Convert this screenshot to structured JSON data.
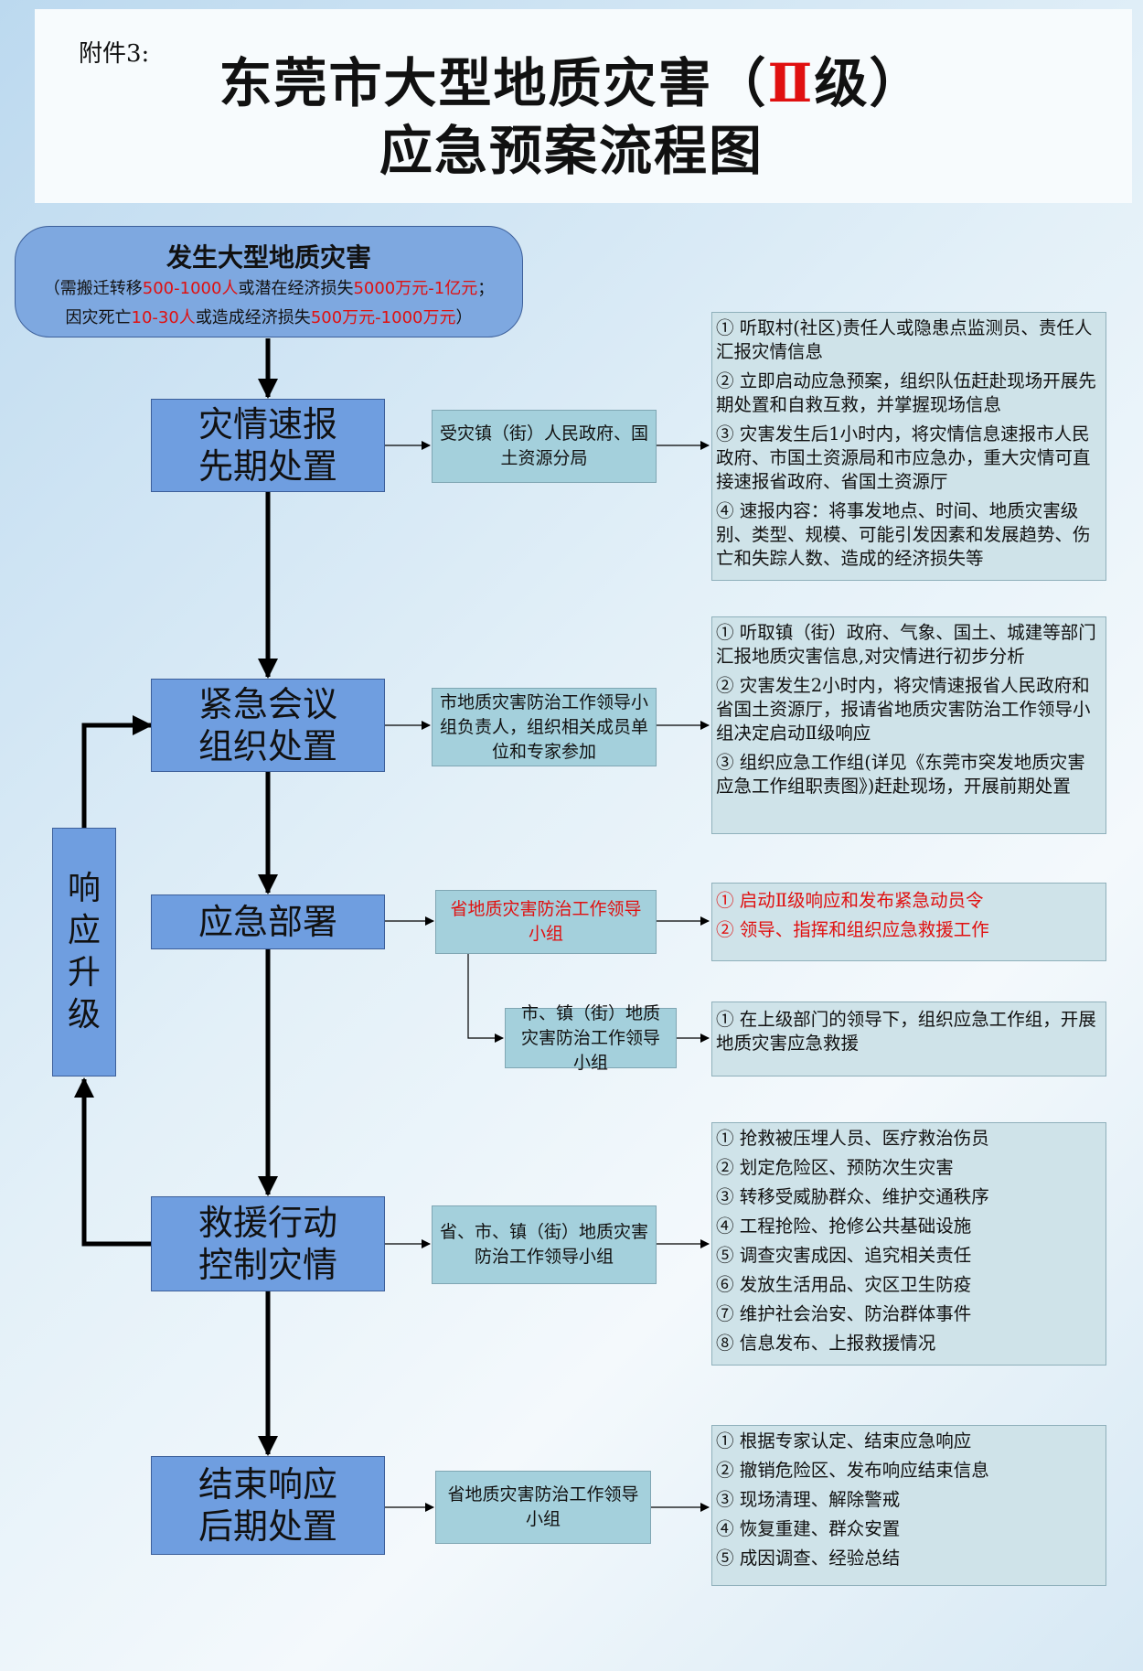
{
  "header": {
    "annex": "附件3:",
    "title_part1": "东莞市大型地质灾害（",
    "title_level": "Ⅱ",
    "title_part2": "级）",
    "title_line2": "应急预案流程图"
  },
  "trigger": {
    "title": "发生大型地质灾害",
    "line1": [
      "（需搬迁转移",
      "500-1000人",
      "或潜在经济损失",
      "5000万元-1亿元",
      "；"
    ],
    "line2": [
      "因灾死亡",
      "10-30人",
      "或造成经济损失",
      "500万元-1000万元",
      "）"
    ]
  },
  "steps": [
    {
      "line1": "灾情速报",
      "line2": "先期处置"
    },
    {
      "line1": "紧急会议",
      "line2": "组织处置"
    },
    {
      "line1": "应急部署",
      "line2": ""
    },
    {
      "line1": "救援行动",
      "line2": "控制灾情"
    },
    {
      "line1": "结束响应",
      "line2": "后期处置"
    }
  ],
  "responders": [
    "受灾镇（街）人民政府、国土资源分局",
    "市地质灾害防治工作领导小组负责人，组织相关成员单位和专家参加",
    "省地质灾害防治工作领导小组",
    "市、镇（街）地质灾害防治工作领导小组",
    "省、市、镇（街）地质灾害防治工作领导小组",
    "省地质灾害防治工作领导小组"
  ],
  "actions": [
    [
      "① 听取村(社区)责任人或隐患点监测员、责任人汇报灾情信息",
      "② 立即启动应急预案，组织队伍赶赴现场开展先期处置和自救互救，并掌握现场信息",
      "③ 灾害发生后1小时内，将灾情信息速报市人民政府、市国土资源局和市应急办，重大灾情可直接速报省政府、省国土资源厅",
      "④ 速报内容：将事发地点、时间、地质灾害级别、类型、规模、可能引发因素和发展趋势、伤亡和失踪人数、造成的经济损失等"
    ],
    [
      "① 听取镇（街）政府、气象、国土、城建等部门汇报地质灾害信息,对灾情进行初步分析",
      "② 灾害发生2小时内，将灾情速报省人民政府和省国土资源厅，报请省地质灾害防治工作领导小组决定启动Ⅱ级响应",
      "③ 组织应急工作组(详见《东莞市突发地质灾害应急工作组职责图》)赶赴现场，开展前期处置"
    ],
    [
      "① 启动Ⅱ级响应和发布紧急动员令",
      "② 领导、指挥和组织应急救援工作"
    ],
    [
      "① 在上级部门的领导下，组织应急工作组，开展地质灾害应急救援"
    ],
    [
      "① 抢救被压埋人员、医疗救治伤员",
      "② 划定危险区、预防次生灾害",
      "③ 转移受威胁群众、维护交通秩序",
      "④ 工程抢险、抢修公共基础设施",
      "⑤ 调查灾害成因、追究相关责任",
      "⑥ 发放生活用品、灾区卫生防疫",
      "⑦ 维护社会治安、防治群体事件",
      "⑧ 信息发布、上报救援情况"
    ],
    [
      "① 根据专家认定、结束应急响应",
      "② 撤销危险区、发布响应结束信息",
      "③ 现场清理、解除警戒",
      "④ 恢复重建、群众安置",
      "⑤ 成因调查、经验总结"
    ]
  ],
  "upgrade": [
    "响",
    "应",
    "升",
    "级"
  ],
  "colors": {
    "emphasis": "#e01010",
    "step_fill": "#6f9ee0",
    "mid_fill": "#a4d0dc",
    "right_fill": "#cfe3e9"
  }
}
